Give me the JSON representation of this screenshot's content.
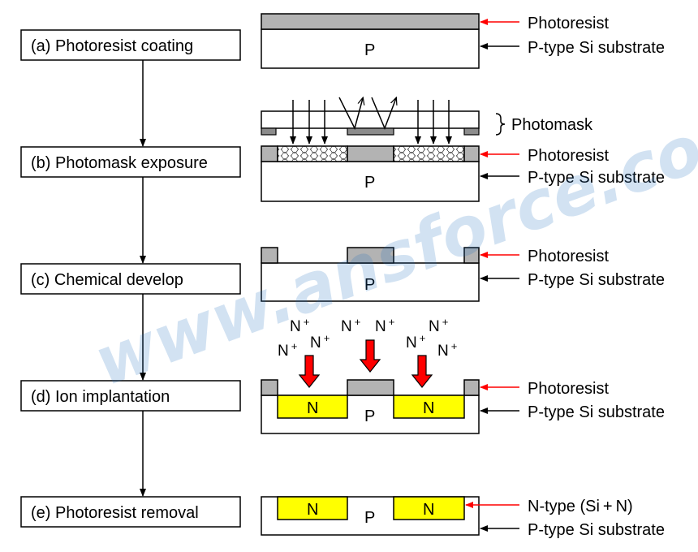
{
  "colors": {
    "photoresist": "#b3b3b3",
    "n_region": "#ffff00",
    "red_arrow": "#ff0000",
    "ion_arrow": "#ff0000",
    "watermark": "#1d6fbf"
  },
  "steps": [
    {
      "label": "(a) Photoresist coating"
    },
    {
      "label": "(b) Photomask exposure"
    },
    {
      "label": "(c) Chemical develop"
    },
    {
      "label": "(d) Ion implantation"
    },
    {
      "label": "(e) Photoresist removal"
    }
  ],
  "labels": {
    "photoresist": "Photoresist",
    "substrate": "P-type Si substrate",
    "photomask": "Photomask",
    "n_type": "N-type (Si + N)",
    "p_region": "P",
    "n_region": "N",
    "ion_symbol": "N",
    "ion_charge": "+"
  },
  "watermark": "www.ansforce.com"
}
